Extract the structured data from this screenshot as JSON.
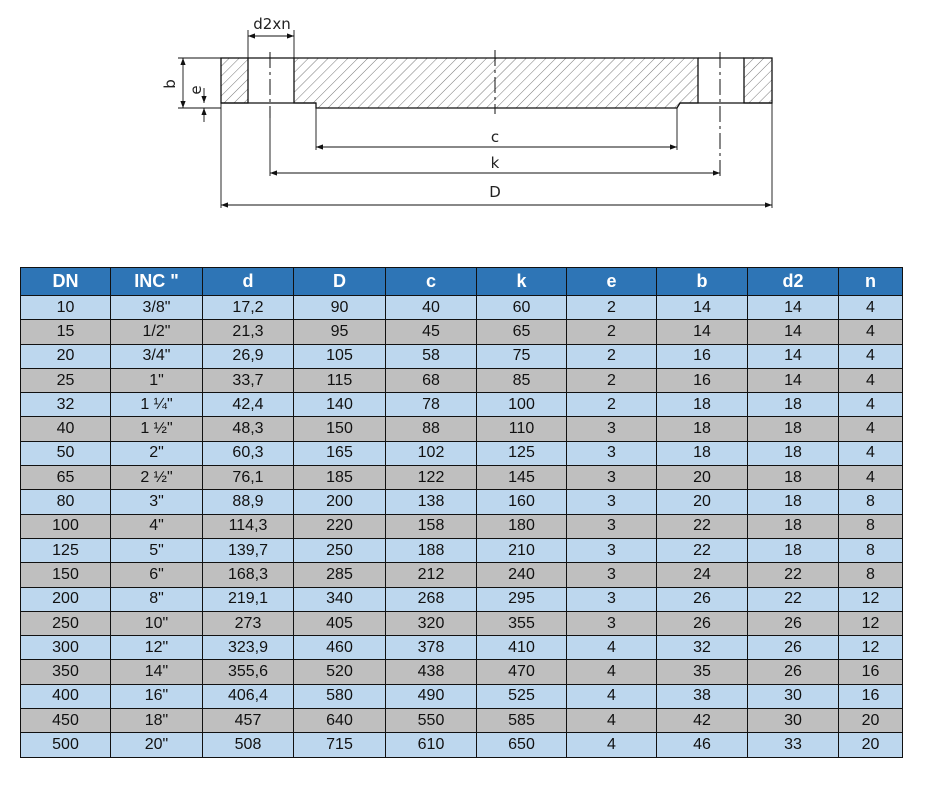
{
  "drawing": {
    "labels": {
      "d2xn": "d2xn",
      "b": "b",
      "e": "e",
      "c": "c",
      "k": "k",
      "D": "D"
    }
  },
  "table": {
    "colors": {
      "header": "#2E75B6",
      "row_blue": "#BDD7EE",
      "row_gray": "#BFBFBF"
    },
    "headers": [
      "DN",
      "INC \"",
      "d",
      "D",
      "c",
      "k",
      "e",
      "b",
      "d2",
      "n"
    ],
    "rows": [
      [
        "10",
        "3/8\"",
        "17,2",
        "90",
        "40",
        "60",
        "2",
        "14",
        "14",
        "4"
      ],
      [
        "15",
        "1/2\"",
        "21,3",
        "95",
        "45",
        "65",
        "2",
        "14",
        "14",
        "4"
      ],
      [
        "20",
        "3/4\"",
        "26,9",
        "105",
        "58",
        "75",
        "2",
        "16",
        "14",
        "4"
      ],
      [
        "25",
        "1\"",
        "33,7",
        "115",
        "68",
        "85",
        "2",
        "16",
        "14",
        "4"
      ],
      [
        "32",
        "1 ¼\"",
        "42,4",
        "140",
        "78",
        "100",
        "2",
        "18",
        "18",
        "4"
      ],
      [
        "40",
        "1 ½\"",
        "48,3",
        "150",
        "88",
        "110",
        "3",
        "18",
        "18",
        "4"
      ],
      [
        "50",
        "2\"",
        "60,3",
        "165",
        "102",
        "125",
        "3",
        "18",
        "18",
        "4"
      ],
      [
        "65",
        "2 ½\"",
        "76,1",
        "185",
        "122",
        "145",
        "3",
        "20",
        "18",
        "4"
      ],
      [
        "80",
        "3\"",
        "88,9",
        "200",
        "138",
        "160",
        "3",
        "20",
        "18",
        "8"
      ],
      [
        "100",
        "4\"",
        "114,3",
        "220",
        "158",
        "180",
        "3",
        "22",
        "18",
        "8"
      ],
      [
        "125",
        "5\"",
        "139,7",
        "250",
        "188",
        "210",
        "3",
        "22",
        "18",
        "8"
      ],
      [
        "150",
        "6\"",
        "168,3",
        "285",
        "212",
        "240",
        "3",
        "24",
        "22",
        "8"
      ],
      [
        "200",
        "8\"",
        "219,1",
        "340",
        "268",
        "295",
        "3",
        "26",
        "22",
        "12"
      ],
      [
        "250",
        "10\"",
        "273",
        "405",
        "320",
        "355",
        "3",
        "26",
        "26",
        "12"
      ],
      [
        "300",
        "12\"",
        "323,9",
        "460",
        "378",
        "410",
        "4",
        "32",
        "26",
        "12"
      ],
      [
        "350",
        "14\"",
        "355,6",
        "520",
        "438",
        "470",
        "4",
        "35",
        "26",
        "16"
      ],
      [
        "400",
        "16\"",
        "406,4",
        "580",
        "490",
        "525",
        "4",
        "38",
        "30",
        "16"
      ],
      [
        "450",
        "18\"",
        "457",
        "640",
        "550",
        "585",
        "4",
        "42",
        "30",
        "20"
      ],
      [
        "500",
        "20\"",
        "508",
        "715",
        "610",
        "650",
        "4",
        "46",
        "33",
        "20"
      ]
    ]
  }
}
